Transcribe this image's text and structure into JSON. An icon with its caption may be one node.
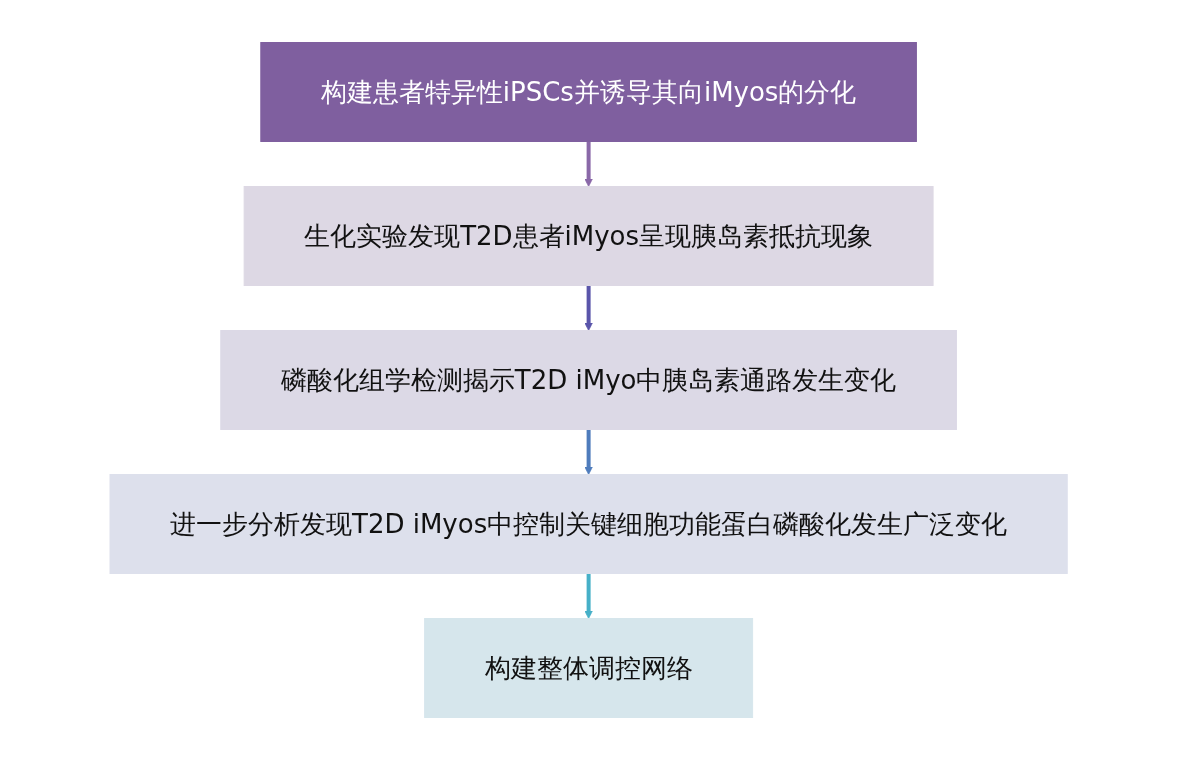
{
  "diagram": {
    "nodes": [
      {
        "text": [
          "构建患者特异性iPSCs并诱导其向iMyos的分化"
        ]
      },
      {
        "text": [
          "生化实验发现T2D患者iMyos呈现胰岛素抵抗现象"
        ]
      },
      {
        "text": [
          "磷酸化组学检测揭示T2D iMyo中胰岛素通路发生变化"
        ]
      },
      {
        "text": [
          "进一步分析发现T2D iMyos中控制关键细胞功能蛋白磷酸化发生广泛变化"
        ]
      },
      {
        "text": [
          "构建整体调控网络"
        ]
      }
    ],
    "edges": [
      {
        "from": 0,
        "to": 1,
        "arrow": "to",
        "color": "#8a68a8"
      },
      {
        "from": 1,
        "to": 2,
        "arrow": "to",
        "color": "#5a55aa"
      },
      {
        "from": 2,
        "to": 3,
        "arrow": "to",
        "color": "#4f7cbc"
      },
      {
        "from": 3,
        "to": 4,
        "arrow": "to",
        "color": "#46b0c8"
      }
    ]
  }
}
